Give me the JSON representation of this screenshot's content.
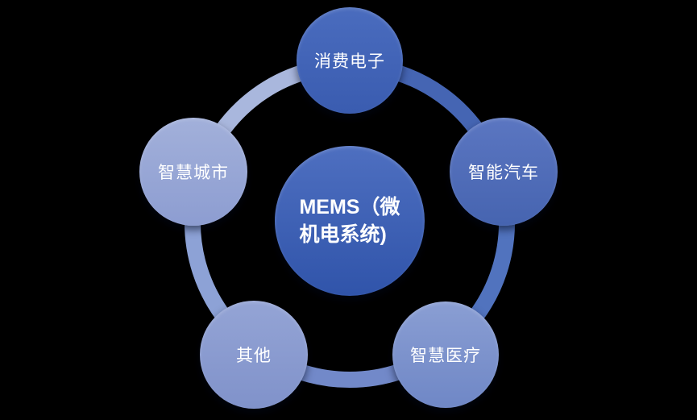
{
  "background": "#000000",
  "center": {
    "label": "MEMS（微机电系统)",
    "label_lines": [
      "MEMS（微",
      "机电系统)"
    ],
    "color_top": "#4e6fc0",
    "color_bottom": "#3054aa",
    "text_color": "#ffffff"
  },
  "nodes": [
    {
      "label": "消费电子",
      "color_top": "#4a6cbe",
      "color_bottom": "#3a5cb0"
    },
    {
      "label": "智能汽车",
      "color_top": "#5b76c1",
      "color_bottom": "#4664b0"
    },
    {
      "label": "智慧医疗",
      "color_top": "#8a9ed3",
      "color_bottom": "#6f87c6"
    },
    {
      "label": "其他",
      "color_top": "#94a4d5",
      "color_bottom": "#8092ca"
    },
    {
      "label": "智慧城市",
      "color_top": "#a2b0da",
      "color_bottom": "#8d9dd1"
    }
  ],
  "arcs": [
    {
      "from": "消费电子",
      "to": "智能汽车",
      "color": "#4565b3"
    },
    {
      "from": "智能汽车",
      "to": "智慧医疗",
      "color": "#5173be"
    },
    {
      "from": "智慧医疗",
      "to": "其他",
      "color": "#7289c9"
    },
    {
      "from": "其他",
      "to": "智慧城市",
      "color": "#8da2d6"
    },
    {
      "from": "智慧城市",
      "to": "消费电子",
      "color": "#a9b7dd"
    }
  ]
}
